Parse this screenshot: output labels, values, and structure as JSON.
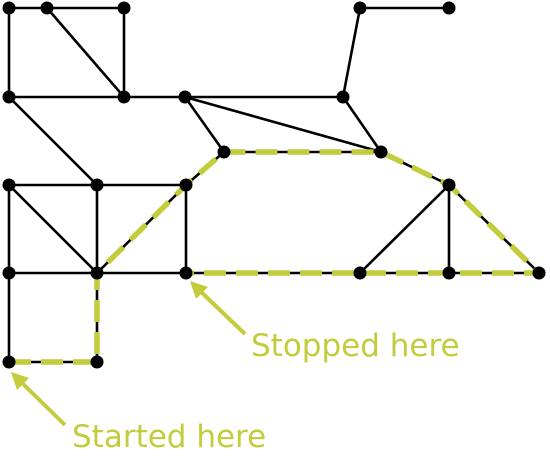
{
  "colors": {
    "graph": "#000000",
    "path": "#c3cc3c",
    "background": "#ffffff"
  },
  "labels": {
    "start": "Started here",
    "stop": "Stopped here"
  },
  "graph": {
    "nodes": [
      {
        "id": "n1"
      },
      {
        "id": "n2"
      },
      {
        "id": "n3"
      },
      {
        "id": "n4"
      },
      {
        "id": "n5"
      },
      {
        "id": "n6"
      },
      {
        "id": "n7"
      },
      {
        "id": "n8"
      },
      {
        "id": "n9"
      },
      {
        "id": "n10"
      },
      {
        "id": "n11"
      },
      {
        "id": "n12"
      },
      {
        "id": "n13"
      },
      {
        "id": "n14"
      },
      {
        "id": "n15"
      },
      {
        "id": "n16"
      },
      {
        "id": "n17"
      },
      {
        "id": "n18"
      },
      {
        "id": "n19"
      },
      {
        "id": "n20"
      },
      {
        "id": "n21"
      },
      {
        "id": "n22"
      },
      {
        "id": "n23"
      },
      {
        "id": "n24"
      }
    ],
    "edges": [
      [
        "n1",
        "n2"
      ],
      [
        "n2",
        "n3"
      ],
      [
        "n1",
        "n6"
      ],
      [
        "n2",
        "n7"
      ],
      [
        "n3",
        "n7"
      ],
      [
        "n4",
        "n5"
      ],
      [
        "n4",
        "n9"
      ],
      [
        "n6",
        "n7"
      ],
      [
        "n7",
        "n8"
      ],
      [
        "n8",
        "n9"
      ],
      [
        "n8",
        "n10"
      ],
      [
        "n8",
        "n11"
      ],
      [
        "n9",
        "n11"
      ],
      [
        "n10",
        "n11"
      ],
      [
        "n6",
        "n13"
      ],
      [
        "n10",
        "n14"
      ],
      [
        "n11",
        "n15"
      ],
      [
        "n12",
        "n13"
      ],
      [
        "n13",
        "n14"
      ],
      [
        "n14",
        "n15"
      ],
      [
        "n15",
        "n16"
      ],
      [
        "n16",
        "n20"
      ],
      [
        "n12",
        "n16"
      ],
      [
        "n12",
        "n17"
      ],
      [
        "n13",
        "n18"
      ],
      [
        "n14",
        "n19"
      ],
      [
        "n17",
        "n18"
      ],
      [
        "n18",
        "n19"
      ],
      [
        "n19",
        "n20"
      ],
      [
        "n13",
        "n19"
      ],
      [
        "n17",
        "n23"
      ],
      [
        "n18",
        "n24"
      ],
      [
        "n23",
        "n24"
      ],
      [
        "n21",
        "n22"
      ],
      [
        "n21",
        "n15"
      ]
    ],
    "highlighted_path": [
      "n23",
      "n24",
      "n18",
      "n14",
      "n10",
      "n11",
      "n15",
      "n22",
      "n21",
      "n20"
    ]
  }
}
